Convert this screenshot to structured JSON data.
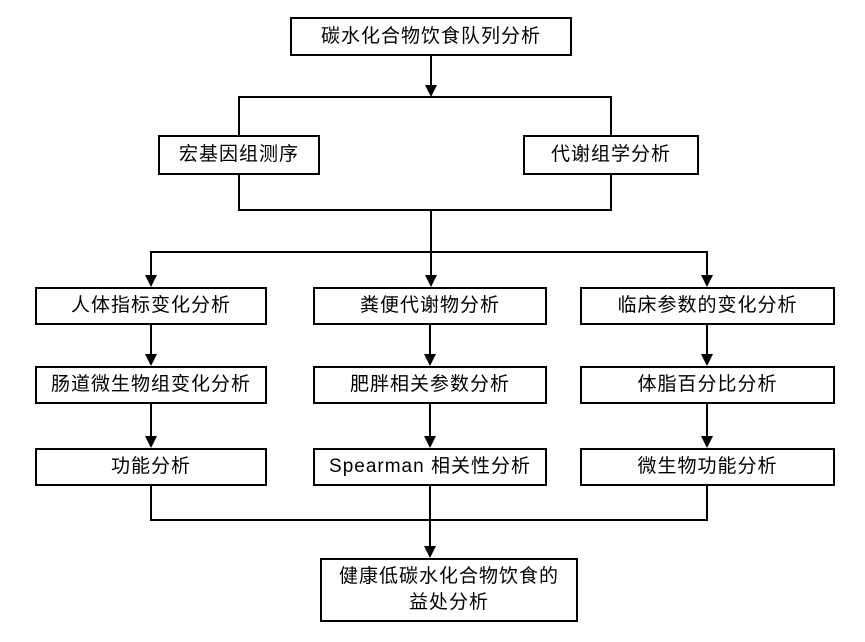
{
  "colors": {
    "background": "#ffffff",
    "line": "#000000",
    "box_border": "#000000",
    "box_fill": "#ffffff",
    "text": "#000000"
  },
  "nodes": {
    "root": {
      "label": "碳水化合物饮食队列分析"
    },
    "metagenomic": {
      "label": "宏基因组测序"
    },
    "metabolomic": {
      "label": "代谢组学分析"
    },
    "col1_row1": {
      "label": "人体指标变化分析"
    },
    "col1_row2": {
      "label": "肠道微生物组变化分析"
    },
    "col1_row3": {
      "label": "功能分析"
    },
    "col2_row1": {
      "label": "粪便代谢物分析"
    },
    "col2_row2": {
      "label": "肥胖相关参数分析"
    },
    "col2_row3": {
      "label": "Spearman 相关性分析"
    },
    "col3_row1": {
      "label": "临床参数的变化分析"
    },
    "col3_row2": {
      "label": "体脂百分比分析"
    },
    "col3_row3": {
      "label": "微生物功能分析"
    },
    "final": {
      "line1": "健康低碳水化合物饮食的",
      "line2": "益处分析"
    }
  },
  "edges": [
    {
      "from": "root",
      "to": [
        "metagenomic",
        "metabolomic"
      ]
    },
    {
      "from": [
        "metagenomic",
        "metabolomic"
      ],
      "to": [
        "col1_row1",
        "col2_row1",
        "col3_row1"
      ]
    },
    {
      "from": "col1_row1",
      "to": "col1_row2"
    },
    {
      "from": "col1_row2",
      "to": "col1_row3"
    },
    {
      "from": "col2_row1",
      "to": "col2_row2"
    },
    {
      "from": "col2_row2",
      "to": "col2_row3"
    },
    {
      "from": "col3_row1",
      "to": "col3_row2"
    },
    {
      "from": "col3_row2",
      "to": "col3_row3"
    },
    {
      "from": [
        "col1_row3",
        "col2_row3",
        "col3_row3"
      ],
      "to": "final"
    }
  ]
}
